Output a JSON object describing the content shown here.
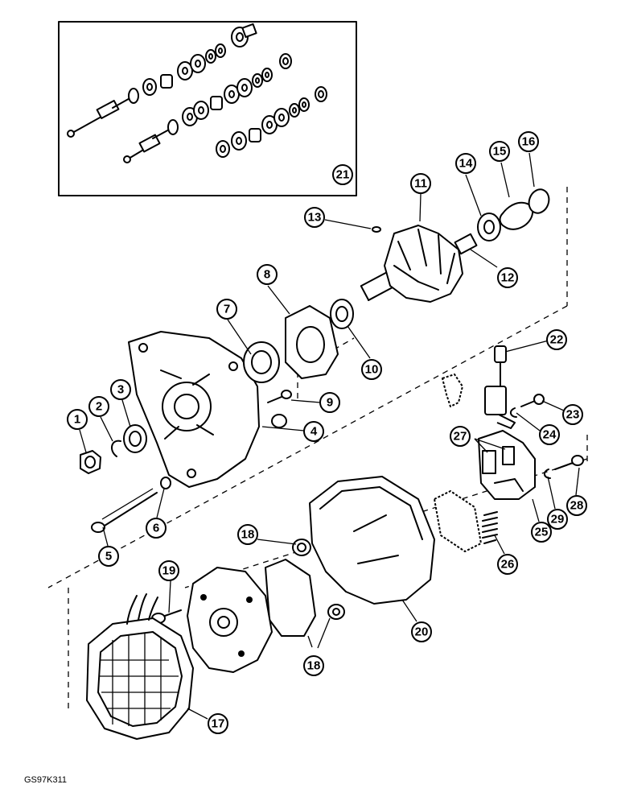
{
  "diagram_code": "GS97K311",
  "callouts": [
    "1",
    "2",
    "3",
    "4",
    "5",
    "6",
    "7",
    "8",
    "9",
    "10",
    "11",
    "12",
    "13",
    "14",
    "15",
    "16",
    "17",
    "18",
    "18",
    "19",
    "20",
    "21",
    "22",
    "23",
    "24",
    "25",
    "26",
    "27",
    "28",
    "29"
  ]
}
